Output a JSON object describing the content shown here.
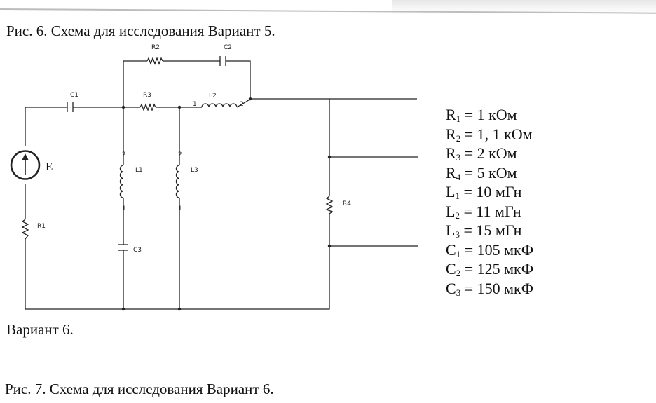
{
  "captions": {
    "fig6": "Рис. 6. Схема для исследования Вариант 5.",
    "variant6": "Вариант 6.",
    "fig7": "Рис. 7. Схема для исследования Вариант 6."
  },
  "circuit_labels": {
    "E": "E",
    "R1": "R1",
    "R2": "R2",
    "R3": "R3",
    "R4": "R4",
    "C1": "C1",
    "C2": "C2",
    "C3": "C3",
    "L1": "L1",
    "L2": "L2",
    "L3": "L3",
    "pin1": "1",
    "pin2": "2"
  },
  "params": [
    {
      "sym": "R",
      "sub": "1",
      "value": " = 1 кОм"
    },
    {
      "sym": "R",
      "sub": "2",
      "value": " = 1, 1 кОм"
    },
    {
      "sym": "R",
      "sub": "3",
      "value": " = 2 кОм"
    },
    {
      "sym": "R",
      "sub": "4",
      "value": " = 5 кОм"
    },
    {
      "sym": "L",
      "sub": "1",
      "value": " = 10 мГн"
    },
    {
      "sym": "L",
      "sub": "2",
      "value": " = 11 мГн"
    },
    {
      "sym": "L",
      "sub": "3",
      "value": " = 15 мГн"
    },
    {
      "sym": "C",
      "sub": "1",
      "value": " = 105 мкФ"
    },
    {
      "sym": "C",
      "sub": "2",
      "value": " = 125 мкФ"
    },
    {
      "sym": "C",
      "sub": "3",
      "value": " = 150 мкФ"
    }
  ]
}
